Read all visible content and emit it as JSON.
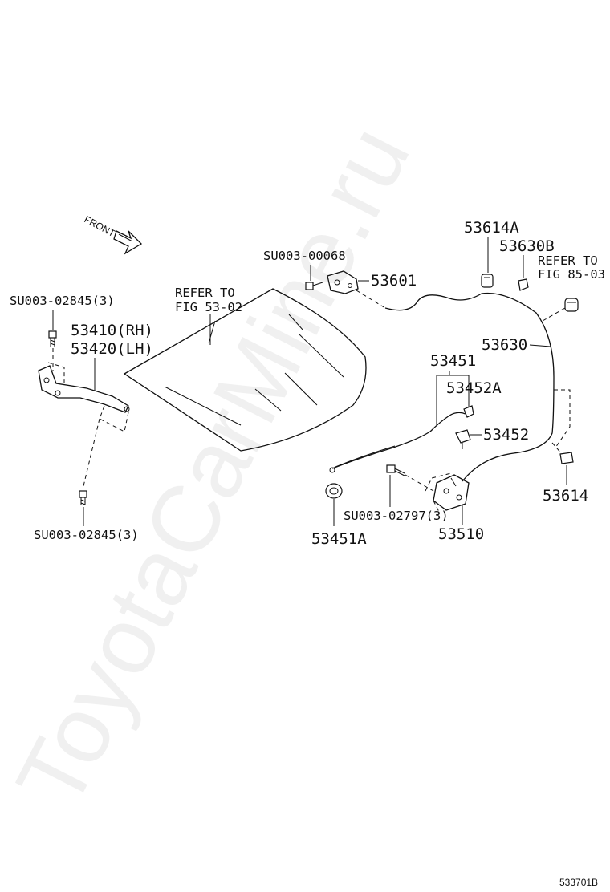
{
  "diagram": {
    "watermark": "ToyotaCarMine.ru",
    "direction_label": "FRONT",
    "figure_id": "533701B",
    "callouts": {
      "sw_hood": "REFER TO",
      "sw_hood_fig": "FIG 53-02",
      "sw_ref2": "REFER TO",
      "sw_ref2_fig": "FIG 85-03",
      "bolt_top_left": "SU003-02845(3)",
      "hinge_rh": "53410(RH)",
      "hinge_lh": "53420(LH)",
      "bolt_bottom_left": "SU003-02845(3)",
      "bolt_lever": "SU003-00068",
      "lever": "53601",
      "clamp_a": "53614A",
      "clip_b": "53630B",
      "release_cable": "53630",
      "support_rod": "53451",
      "holder_a": "53452A",
      "holder": "53452",
      "cushion": "53451A",
      "bolt_lock": "SU003-02797(3)",
      "lock": "53510",
      "clamp": "53614"
    }
  }
}
